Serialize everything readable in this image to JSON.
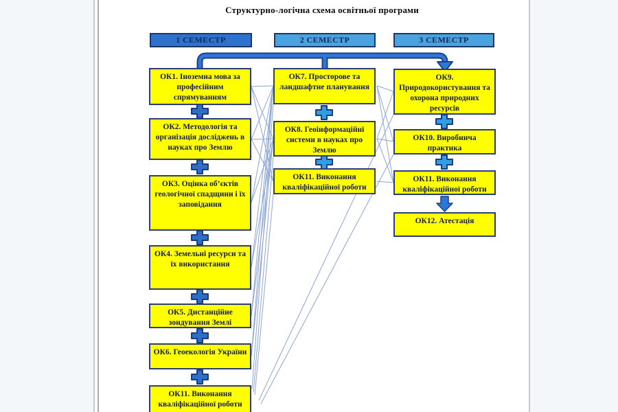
{
  "page": {
    "title": "Структурно-логічна схема освітньої програми"
  },
  "semesters": [
    {
      "label": "1 СЕМЕСТР",
      "courses": [
        {
          "label": "ОК1. Іноземна мова за професійним спрямуванням"
        },
        {
          "label": "ОК2. Методологія та організація досліджень в науках про Землю"
        },
        {
          "label": "ОК3. Оцінка об’єктів геологічної спадщини і їх заповідання"
        },
        {
          "label": "ОК4. Земельні ресурси та їх використання"
        },
        {
          "label": "ОК5. Дистанційне зондування Землі"
        },
        {
          "label": "ОК6. Геоекологія України"
        },
        {
          "label": "ОК11. Виконання кваліфікаційної роботи"
        }
      ]
    },
    {
      "label": "2 СЕМЕСТР",
      "courses": [
        {
          "label": "ОК7. Просторове та ландшафтне планування"
        },
        {
          "label": "ОК8. Геоінформаційні системи в науках про Землю"
        },
        {
          "label": "ОК11. Виконання кваліфікаційної роботи"
        }
      ]
    },
    {
      "label": "3 СЕМЕСТР",
      "courses": [
        {
          "label": "ОК9. Природокористування та охорона природних ресурсів"
        },
        {
          "label": "ОК10. Виробнича практика"
        },
        {
          "label": "ОК11. Виконання кваліфікаційної роботи"
        },
        {
          "label": "ОК12. Атестація"
        }
      ]
    }
  ],
  "icons": {
    "plus": "plus-icon",
    "down_arrow": "down-arrow-icon"
  },
  "colors": {
    "box_fill": "#ffff00",
    "box_border": "#2a3c7a",
    "box_text": "#141c44",
    "header1_fill": "#2f72cc",
    "header23_fill": "#4aa2de",
    "header_border": "#1c3667",
    "header_text": "#0f2757",
    "thick_connector": "#2e77d6",
    "thick_connector_outline": "#1d4084",
    "thin_link": "#7e9ad0",
    "plus_semester1": "#2b6fc8",
    "plus_semester23": "#2f9ee4",
    "page_bg": "#ffffff",
    "outer_bg": "#f3f7fa"
  }
}
